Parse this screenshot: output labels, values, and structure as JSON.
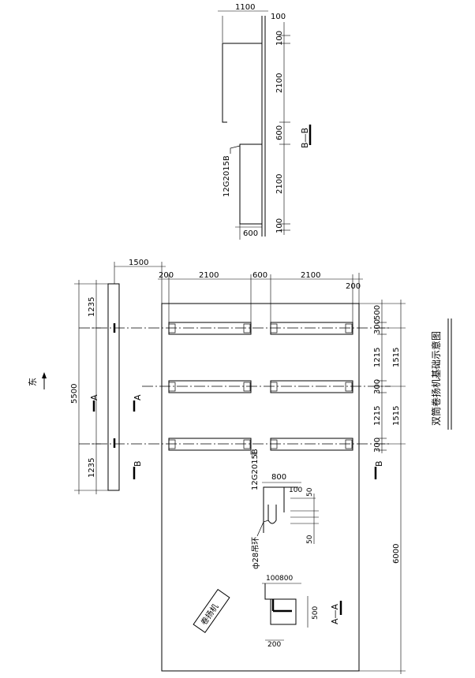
{
  "title": "双筒卷扬机基础示意图",
  "north_label": "东",
  "winch_label": "卷扬机",
  "section_bb": "B—B",
  "section_aa": "A—A",
  "marker_a": "A",
  "marker_b": "B",
  "channel_label": "12G2015B",
  "ring_label": "ф28吊环",
  "dims": {
    "d1100": "1100",
    "d100": "100",
    "d2100": "2100",
    "d600": "600",
    "d1500": "1500",
    "d200": "200",
    "d1235": "1235",
    "d5500": "5500",
    "d300": "300",
    "d500": "500",
    "d1215": "1215",
    "d1515": "1515",
    "d6000": "6000",
    "d800": "800",
    "d50": "50"
  }
}
